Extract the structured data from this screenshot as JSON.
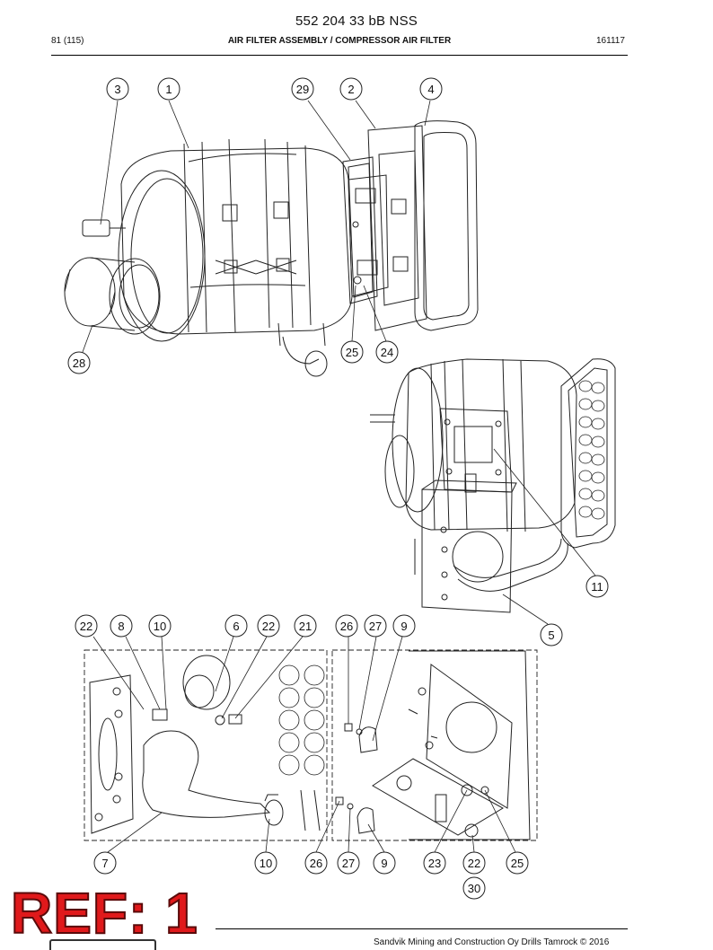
{
  "header": {
    "doc_number": "552 204 33 bB NSS",
    "page_ref": "81 (115)",
    "section_title": "AIR FILTER ASSEMBLY / COMPRESSOR AIR FILTER",
    "date_code": "161117"
  },
  "callouts": {
    "top": [
      "3",
      "1",
      "29",
      "2",
      "4",
      "28",
      "25",
      "24"
    ],
    "middle": [
      "11",
      "5"
    ],
    "detail_top": [
      "22",
      "8",
      "10",
      "6",
      "22",
      "21",
      "26",
      "27",
      "9"
    ],
    "detail_bottom": [
      "7",
      "10",
      "26",
      "27",
      "9",
      "23",
      "22",
      "25",
      "30"
    ]
  },
  "stamp": {
    "text": "REF: 1",
    "color": "#e0191b"
  },
  "footer": {
    "text": "Sandvik Mining and Construction Oy Drills Tamrock © 2016"
  }
}
